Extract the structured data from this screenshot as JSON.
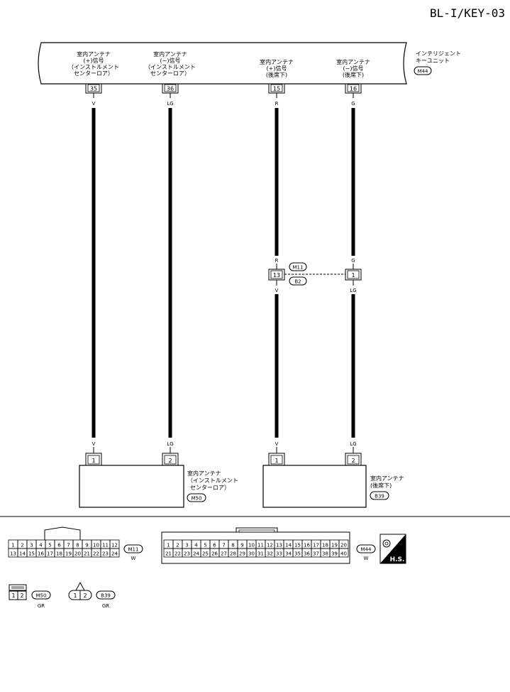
{
  "header": {
    "page_code": "BL-I/KEY-03"
  },
  "unit": {
    "name_lines": [
      "インテリジェント",
      "キーユニット"
    ],
    "connector": "M44"
  },
  "terminals": [
    {
      "pin": "35",
      "color_top": "V",
      "label_lines": [
        "室内アンテナ",
        "(+)信号",
        "（インストルメント",
        "センターロア）"
      ]
    },
    {
      "pin": "36",
      "color_top": "LG",
      "label_lines": [
        "室内アンテナ",
        "(−)信号",
        "（インストルメント",
        "センターロア）"
      ]
    },
    {
      "pin": "15",
      "color_top": "R",
      "label_lines": [
        "室内アンテナ",
        "(+)信号",
        "(後席下)"
      ]
    },
    {
      "pin": "16",
      "color_top": "G",
      "label_lines": [
        "室内アンテナ",
        "(−)信号",
        "(後席下)"
      ]
    }
  ],
  "junction": {
    "pin_left": "13",
    "pin_right": "1",
    "conn_top": "M11",
    "conn_bottom": "B2",
    "colors_above": [
      "R",
      "G"
    ],
    "colors_below": [
      "V",
      "LG"
    ]
  },
  "bottom_wire_colors": [
    "V",
    "LG",
    "V",
    "LG"
  ],
  "antennas": [
    {
      "pins": [
        "1",
        "2"
      ],
      "name_lines": [
        "室内アンテナ",
        "（インストルメント",
        "センターロア）"
      ],
      "connector": "M50"
    },
    {
      "pins": [
        "1",
        "2"
      ],
      "name_lines": [
        "室内アンテナ",
        "(後席下)"
      ],
      "connector": "B39"
    }
  ],
  "connector_views": {
    "m11": {
      "row1": [
        "1",
        "2",
        "3",
        "4",
        "5",
        "6",
        "7",
        "8",
        "9",
        "10",
        "11",
        "12"
      ],
      "row2": [
        "13",
        "14",
        "15",
        "16",
        "17",
        "18",
        "19",
        "20",
        "21",
        "22",
        "23",
        "24"
      ],
      "name": "M11",
      "color": "W"
    },
    "m44": {
      "row1": [
        "1",
        "2",
        "3",
        "4",
        "5",
        "6",
        "7",
        "8",
        "9",
        "10",
        "11",
        "12",
        "13",
        "14",
        "15",
        "16",
        "17",
        "18",
        "19",
        "20"
      ],
      "row2": [
        "21",
        "22",
        "23",
        "24",
        "25",
        "26",
        "27",
        "28",
        "29",
        "30",
        "31",
        "32",
        "33",
        "34",
        "35",
        "36",
        "37",
        "38",
        "39",
        "40"
      ],
      "name": "M44",
      "color": "W"
    },
    "m50": {
      "pins": [
        "1",
        "2"
      ],
      "name": "M50",
      "color": "GR"
    },
    "b39": {
      "pins": [
        "1",
        "2"
      ],
      "name": "B39",
      "color": "GR"
    },
    "hs_badge": "H.S."
  }
}
